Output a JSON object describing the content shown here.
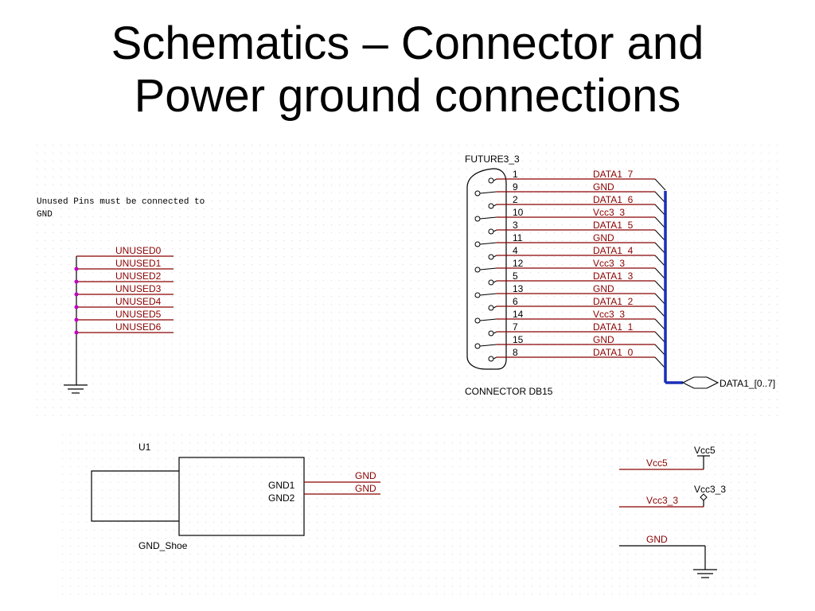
{
  "slide": {
    "title_line1": "Schematics – Connector and",
    "title_line2": "Power ground connections"
  },
  "colors": {
    "wire": "#8b0000",
    "bus": "#1a2fb8",
    "symbol": "#000000",
    "junction": "#c000c0",
    "grid": "#d8d8d8"
  },
  "note": {
    "line1": "Unused Pins must be connected to",
    "line2": "GND"
  },
  "unused_nets": [
    "UNUSED0",
    "UNUSED1",
    "UNUSED2",
    "UNUSED3",
    "UNUSED4",
    "UNUSED5",
    "UNUSED6"
  ],
  "connector": {
    "refdes": "FUTURE3_3",
    "part": "CONNECTOR DB15",
    "pins": [
      {
        "pin": "1",
        "net": "DATA1_7"
      },
      {
        "pin": "9",
        "net": "GND"
      },
      {
        "pin": "2",
        "net": "DATA1_6"
      },
      {
        "pin": "10",
        "net": "Vcc3_3"
      },
      {
        "pin": "3",
        "net": "DATA1_5"
      },
      {
        "pin": "11",
        "net": "GND"
      },
      {
        "pin": "4",
        "net": "DATA1_4"
      },
      {
        "pin": "12",
        "net": "Vcc3_3"
      },
      {
        "pin": "5",
        "net": "DATA1_3"
      },
      {
        "pin": "13",
        "net": "GND"
      },
      {
        "pin": "6",
        "net": "DATA1_2"
      },
      {
        "pin": "14",
        "net": "Vcc3_3"
      },
      {
        "pin": "7",
        "net": "DATA1_1"
      },
      {
        "pin": "15",
        "net": "GND"
      },
      {
        "pin": "8",
        "net": "DATA1_0"
      }
    ],
    "bus_label": "DATA1_[0..7]"
  },
  "u1": {
    "refdes": "U1",
    "part": "GND_Shoe",
    "pin1": "GND1",
    "pin2": "GND2",
    "net1": "GND",
    "net2": "GND"
  },
  "power": {
    "vcc5_net": "Vcc5",
    "vcc5_symbol": "Vcc5",
    "vcc33_net": "Vcc3_3",
    "vcc33_symbol": "Vcc3_3",
    "gnd_net": "GND"
  }
}
